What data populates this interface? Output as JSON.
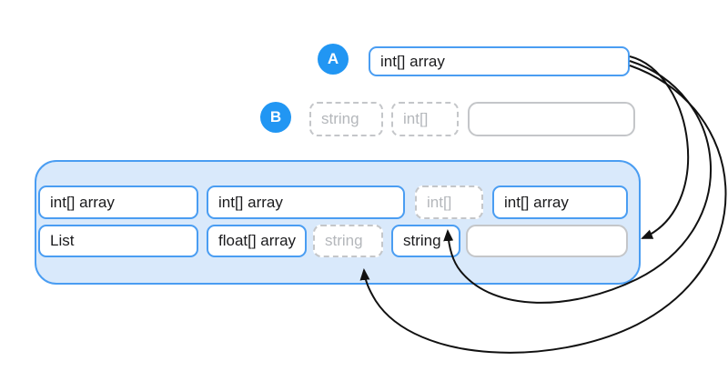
{
  "markers": {
    "a": "A",
    "b": "B"
  },
  "boxes": {
    "a1": "int[] array",
    "b1": "string",
    "b2": "int[]",
    "b3": "",
    "r1c1": "int[] array",
    "r1c2": "int[] array",
    "r1c3": "int[]",
    "r1c4": "int[] array",
    "r2c1": "List",
    "r2c2": "float[] array",
    "r2c3": "string",
    "r2c4": "string",
    "r2c5": ""
  },
  "colors": {
    "accent_blue": "#2196f3",
    "border_blue": "#4a9df2",
    "container_fill": "#d9e9fb",
    "container_border": "#4a9df2",
    "gray_border": "#c4c6c9",
    "gray_text": "#b4b7bb",
    "text_dark": "#1b1b1d",
    "arrow_color": "#111111"
  }
}
